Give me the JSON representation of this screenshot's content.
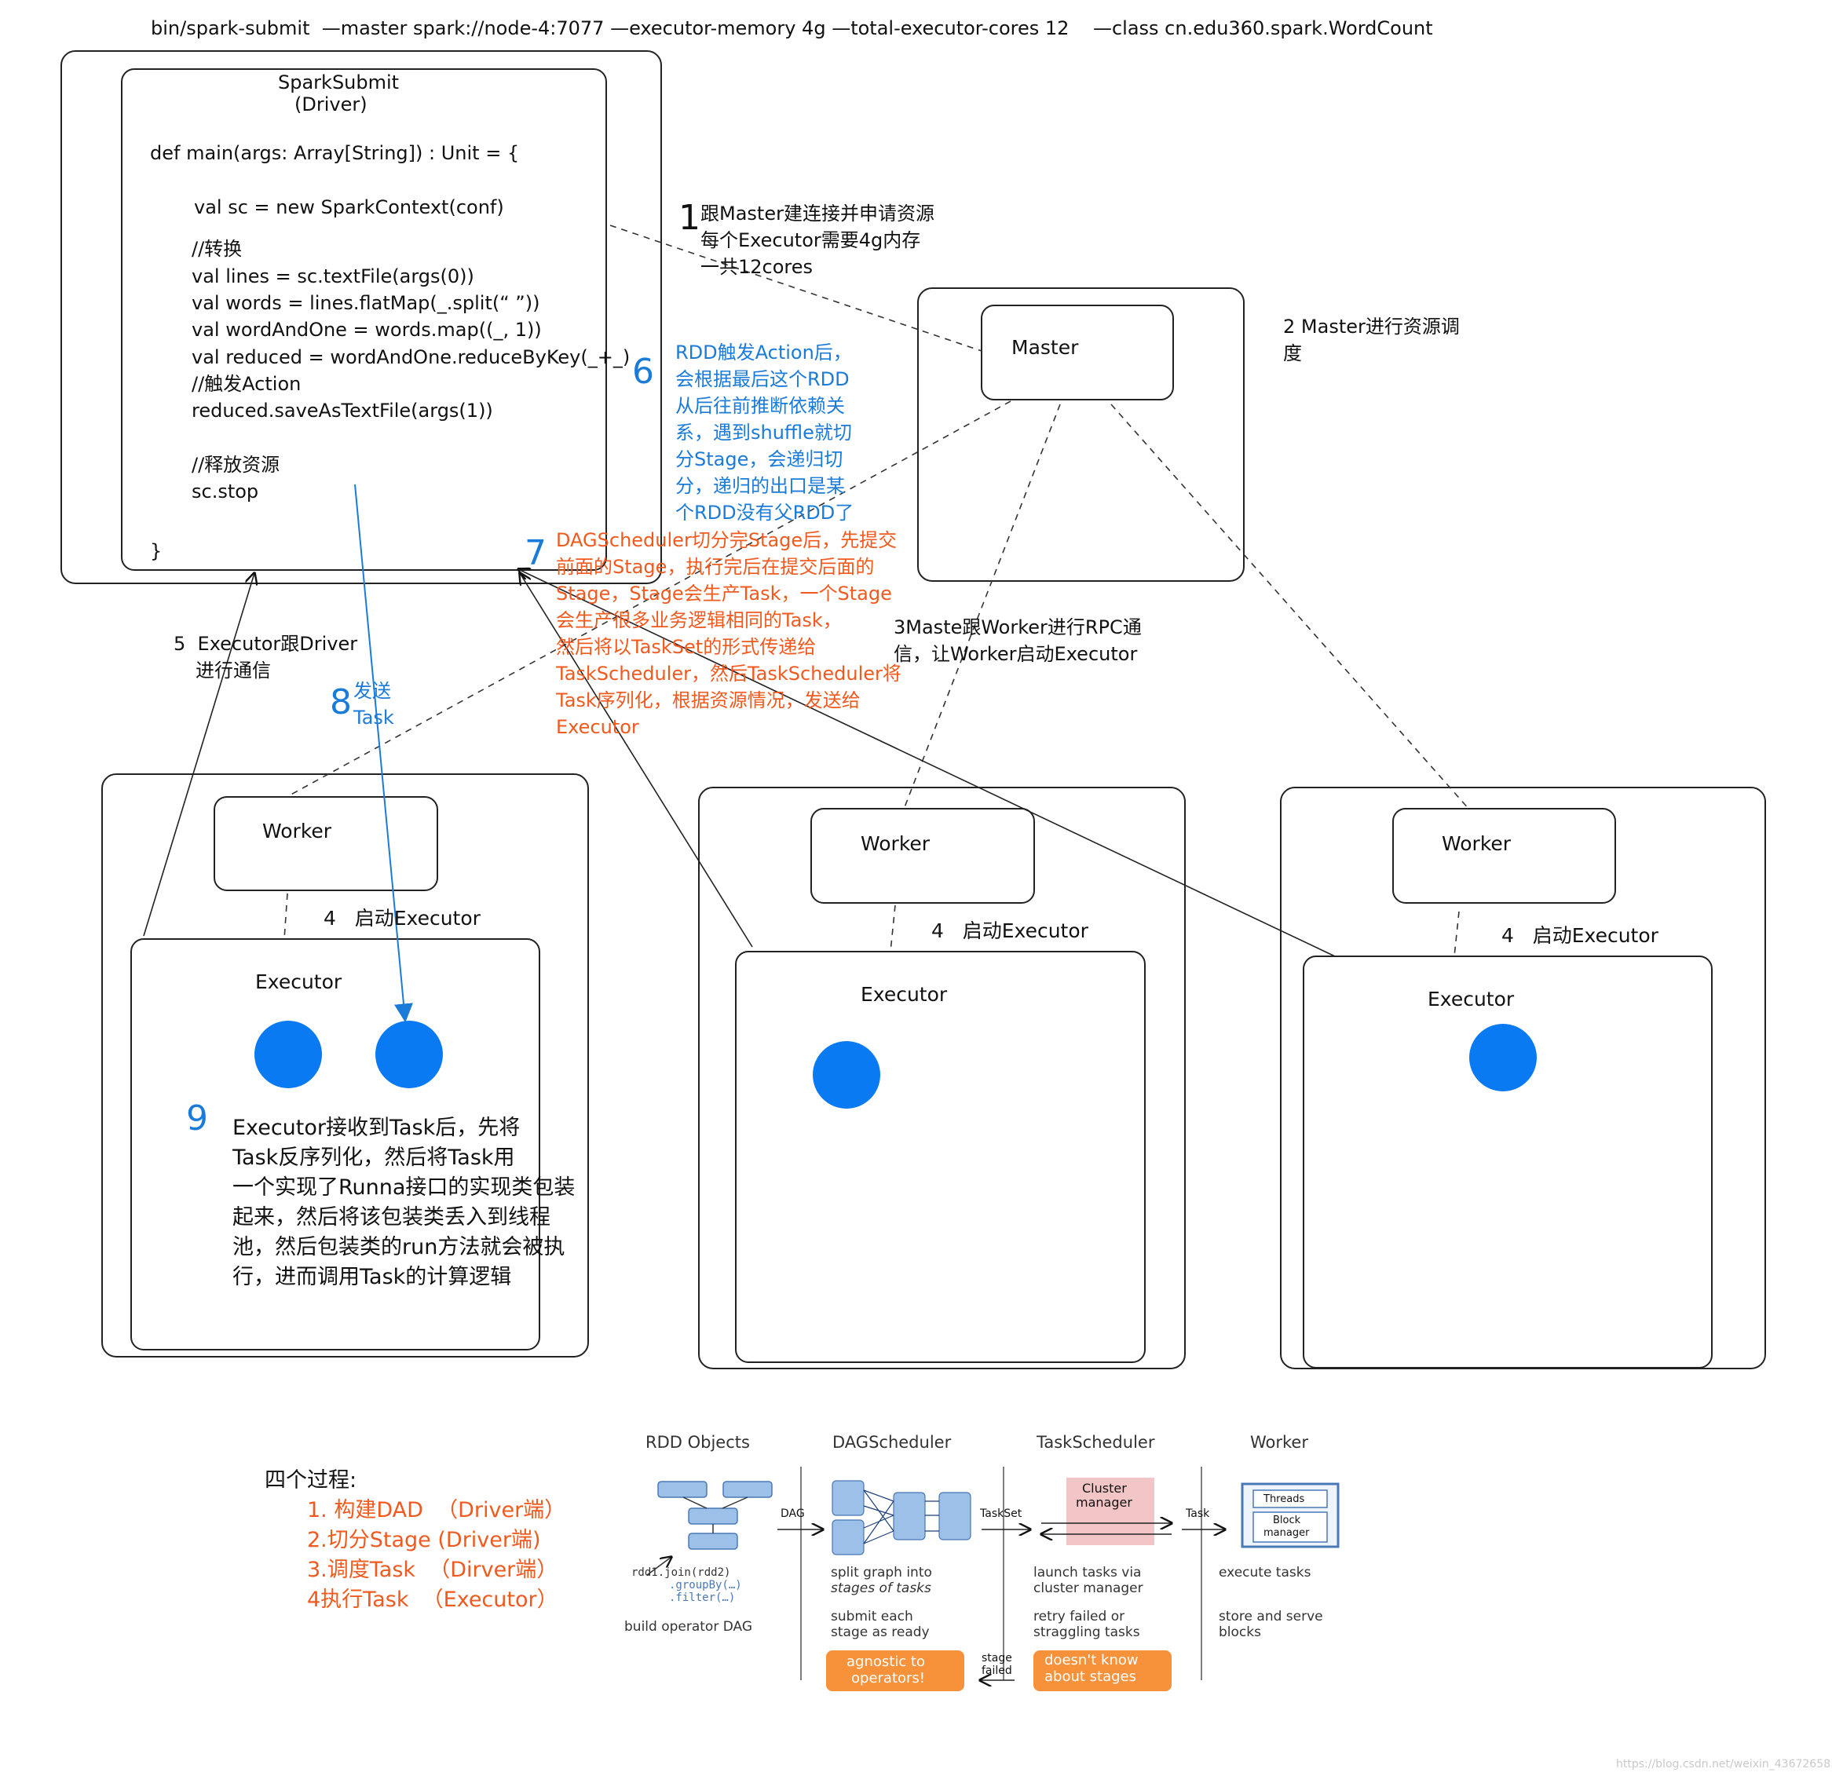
{
  "command": "bin/spark-submit  —master spark://node-4:7077 —executor-memory 4g —total-executor-cores 12    —class cn.edu360.spark.WordCount",
  "driver": {
    "title": "SparkSubmit",
    "subtitle": "(Driver)",
    "code": [
      "def main(args: Array[String]) : Unit = {",
      "val sc = new SparkContext(conf)",
      "//转换",
      "val lines = sc.textFile(args(0))",
      "val words = lines.flatMap(_.split(“ ”))",
      "val wordAndOne = words.map((_, 1))",
      "val reduced = wordAndOne.reduceByKey(_+_)",
      "//触发Action",
      "reduced.saveAsTextFile(args(1))",
      "//释放资源",
      "sc.stop",
      "}"
    ]
  },
  "master": {
    "label": "Master"
  },
  "workers": [
    {
      "worker_label": "Worker",
      "start_label": "4   启动Executor",
      "executor_label": "Executor"
    },
    {
      "worker_label": "Worker",
      "start_label": "4   启动Executor",
      "executor_label": "Executor"
    },
    {
      "worker_label": "Worker",
      "start_label": "4   启动Executor",
      "executor_label": "Executor"
    }
  ],
  "steps": {
    "s1_num": "1",
    "s1_lines": [
      "跟Master建连接并申请资源",
      "每个Executor需要4g内存",
      "一共12cores"
    ],
    "s2_lines": [
      "2 Master进行资源调",
      "度"
    ],
    "s3_lines": [
      "3Maste跟Worker进行RPC通",
      "信，让Worker启动Executor"
    ],
    "s5_lines": [
      "5  Executor跟Driver",
      "进行通信"
    ],
    "s6_num": "6",
    "s6_lines": [
      "RDD触发Action后，",
      "会根据最后这个RDD",
      "从后往前推断依赖关",
      "系，遇到shuffle就切",
      "分Stage，会递归切",
      "分，递归的出口是某",
      "个RDD没有父RDD了"
    ],
    "s7_num": "7",
    "s7_lines": [
      "DAGScheduler切分完Stage后，先提交",
      "前面的Stage，执行完后在提交后面的",
      "Stage，Stage会生产Task，一个Stage",
      "会生产很多业务逻辑相同的Task，",
      "然后将以TaskSet的形式传递给",
      "TaskScheduler，然后TaskScheduler将",
      "Task序列化，根据资源情况，发送给",
      "Executor"
    ],
    "s8_num": "8",
    "s8_lines": [
      "发送",
      "Task"
    ],
    "s9_num": "9",
    "s9_lines": [
      "Executor接收到Task后，先将",
      "Task反序列化，然后将Task用",
      "一个实现了Runna接口的实现类包装",
      "起来，然后将该包装类丢入到线程",
      "池，然后包装类的run方法就会被执",
      "行，进而调用Task的计算逻辑"
    ]
  },
  "four_processes": {
    "title": "四个过程:",
    "items": [
      "1. 构建DAD  （Driver端）",
      "2.切分Stage (Driver端)",
      "3.调度Task  （Dirver端）",
      "4执行Task  （Executor）"
    ]
  },
  "pipeline": {
    "headers": [
      "RDD Objects",
      "DAGScheduler",
      "TaskScheduler",
      "Worker"
    ],
    "arrow_dag": "DAG",
    "arrow_taskset": "TaskSet",
    "arrow_task": "Task",
    "arrow_stage_failed": [
      "stage",
      "failed"
    ],
    "cluster_manager": [
      "Cluster",
      "manager"
    ],
    "threads": "Threads",
    "block_manager": [
      "Block",
      "manager"
    ],
    "code_lines": [
      "rdd1.join(rdd2)",
      ".groupBy(…)",
      ".filter(…)"
    ],
    "build_dag": "build operator DAG",
    "dag_desc1": [
      "split graph into",
      "stages of tasks"
    ],
    "dag_desc2": [
      "submit each",
      "stage as ready"
    ],
    "ts_desc1": [
      "launch tasks via",
      "cluster manager"
    ],
    "ts_desc2": [
      "retry failed or",
      "straggling tasks"
    ],
    "w_desc1": "execute tasks",
    "w_desc2": [
      "store and serve",
      "blocks"
    ],
    "badge_dag": [
      "agnostic to",
      "operators!"
    ],
    "badge_ts": [
      "doesn't know",
      "about stages"
    ]
  },
  "watermark": "https://blog.csdn.net/weixin_43672658",
  "colors": {
    "blue": "#1a7bd9",
    "orange": "#f05a1e",
    "task_dot": "#0a7af2",
    "badge": "#f7913a",
    "cluster": "#f2c6c6",
    "pipeline_box": "#9cc0e8"
  }
}
